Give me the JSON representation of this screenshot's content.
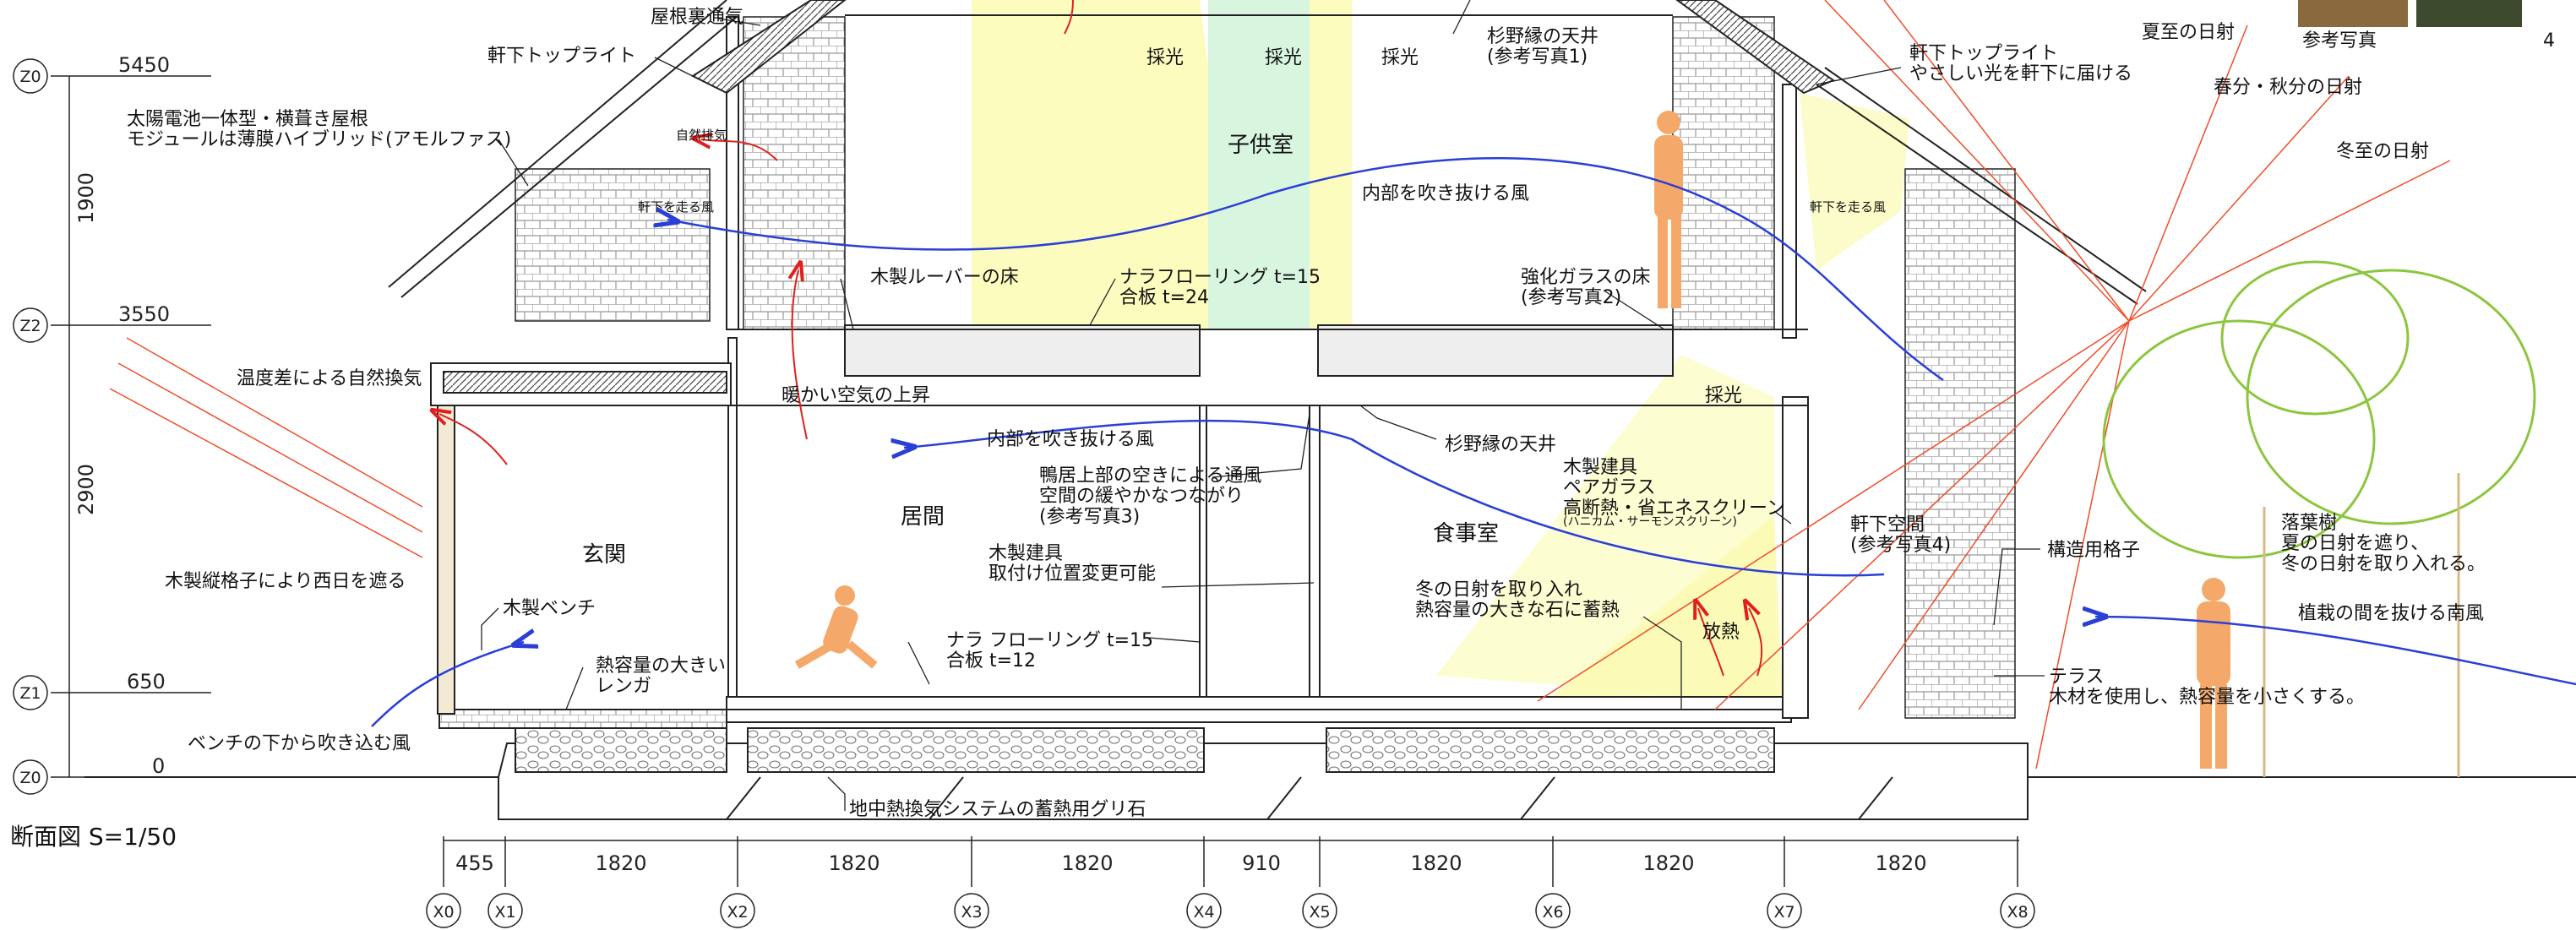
{
  "page_number": "4",
  "drawing_title": "断面図 S=1/50",
  "levels": [
    {
      "id": "Z0",
      "value": "0"
    },
    {
      "id": "Z1",
      "value": "650"
    },
    {
      "id": "Z2",
      "value": "3550"
    },
    {
      "id": "Z3",
      "value": "5450"
    }
  ],
  "vertical_dimensions": [
    "2900",
    "1900"
  ],
  "grid_axes": [
    "X0",
    "X1",
    "X2",
    "X3",
    "X4",
    "X5",
    "X6",
    "X7",
    "X8"
  ],
  "grid_spacings": [
    "455",
    "1820",
    "1820",
    "1820",
    "910",
    "1820",
    "1820",
    "1820"
  ],
  "rooms": {
    "entrance": "玄関",
    "living": "居間",
    "dining": "食事室",
    "kids": "子供室"
  },
  "sun_labels": {
    "summer": "夏至の日射",
    "equinox": "春分・秋分の日射",
    "winter": "冬至の日射"
  },
  "notes": {
    "attic_vent": "屋根裏通気",
    "eave_toplight": "軒下トップライト",
    "solar_roof": "太陽電池一体型・横葺き屋根\nモジュールは薄膜ハイブリッド(アモルファス)",
    "natural_exhaust": "自然排気",
    "eave_wind_left": "軒下を走る風",
    "eave_wind_right": "軒下を走る風",
    "daylight_1": "採光",
    "daylight_2": "採光",
    "daylight_3": "採光",
    "daylight_4": "採光",
    "cedar_ceiling_top": "杉野縁の天井\n(参考写真1)",
    "eave_toplight_right": "軒下トップライト\nやさしい光を軒下に届ける",
    "through_wind_upper": "内部を吹き抜ける風",
    "wood_louver_floor": "木製ルーバーの床",
    "oak_flooring_upper": "ナラフローリング t=15\n合板 t=24",
    "tempered_glass_floor": "強化ガラスの床\n(参考写真2)",
    "natural_vent_temp": "温度差による自然換気",
    "warm_air_rise": "暖かい空気の上昇",
    "through_wind_lower": "内部を吹き抜ける風",
    "cedar_ceiling_lower": "杉野縁の天井",
    "lintel_gap": "鴨居上部の空きによる通風\n空間の緩やかなつながり\n(参考写真3)",
    "wood_fittings_dining": "木製建具\nペアガラス\n高断熱・省エネスクリーン",
    "honeycomb": "(ハニカム・サーモンスクリーン)",
    "eave_space": "軒下空間\n(参考写真4)",
    "west_sun_lattice": "木製縦格子により西日を遮る",
    "wood_fittings_movable": "木製建具\n取付け位置変更可能",
    "winter_sun_storage": "冬の日射を取り入れ\n熱容量の大きな石に蓄熱",
    "heat_release": "放熱",
    "structural_lattice": "構造用格子",
    "deciduous_tree": "落葉樹\n夏の日射を遮り、\n冬の日射を取り入れる。",
    "south_wind": "植栽の間を抜ける南風",
    "wood_bench": "木製ベンチ",
    "brick_thermal": "熱容量の大きい\nレンガ",
    "oak_flooring_lower": "ナラ フローリング t=15\n合板 t=12",
    "terrace": "テラス\n木材を使用し、熱容量を小さくする。",
    "bench_wind": "ベンチの下から吹き込む風",
    "geothermal": "地中熱換気システムの蓄熱用グリ石"
  },
  "reference_photo_label": "参考写真",
  "colors": {
    "line": "#222222",
    "wind_arrow": "#2a3fd6",
    "warm_arrow": "#e0201e",
    "sun_line": "#f04d2a",
    "daylight_fill": "#fbfbb4",
    "glass_green": "#d8f5e0",
    "figure": "#f4a96a",
    "tree": "#8cc63f",
    "brick_hatch": "#888888"
  }
}
